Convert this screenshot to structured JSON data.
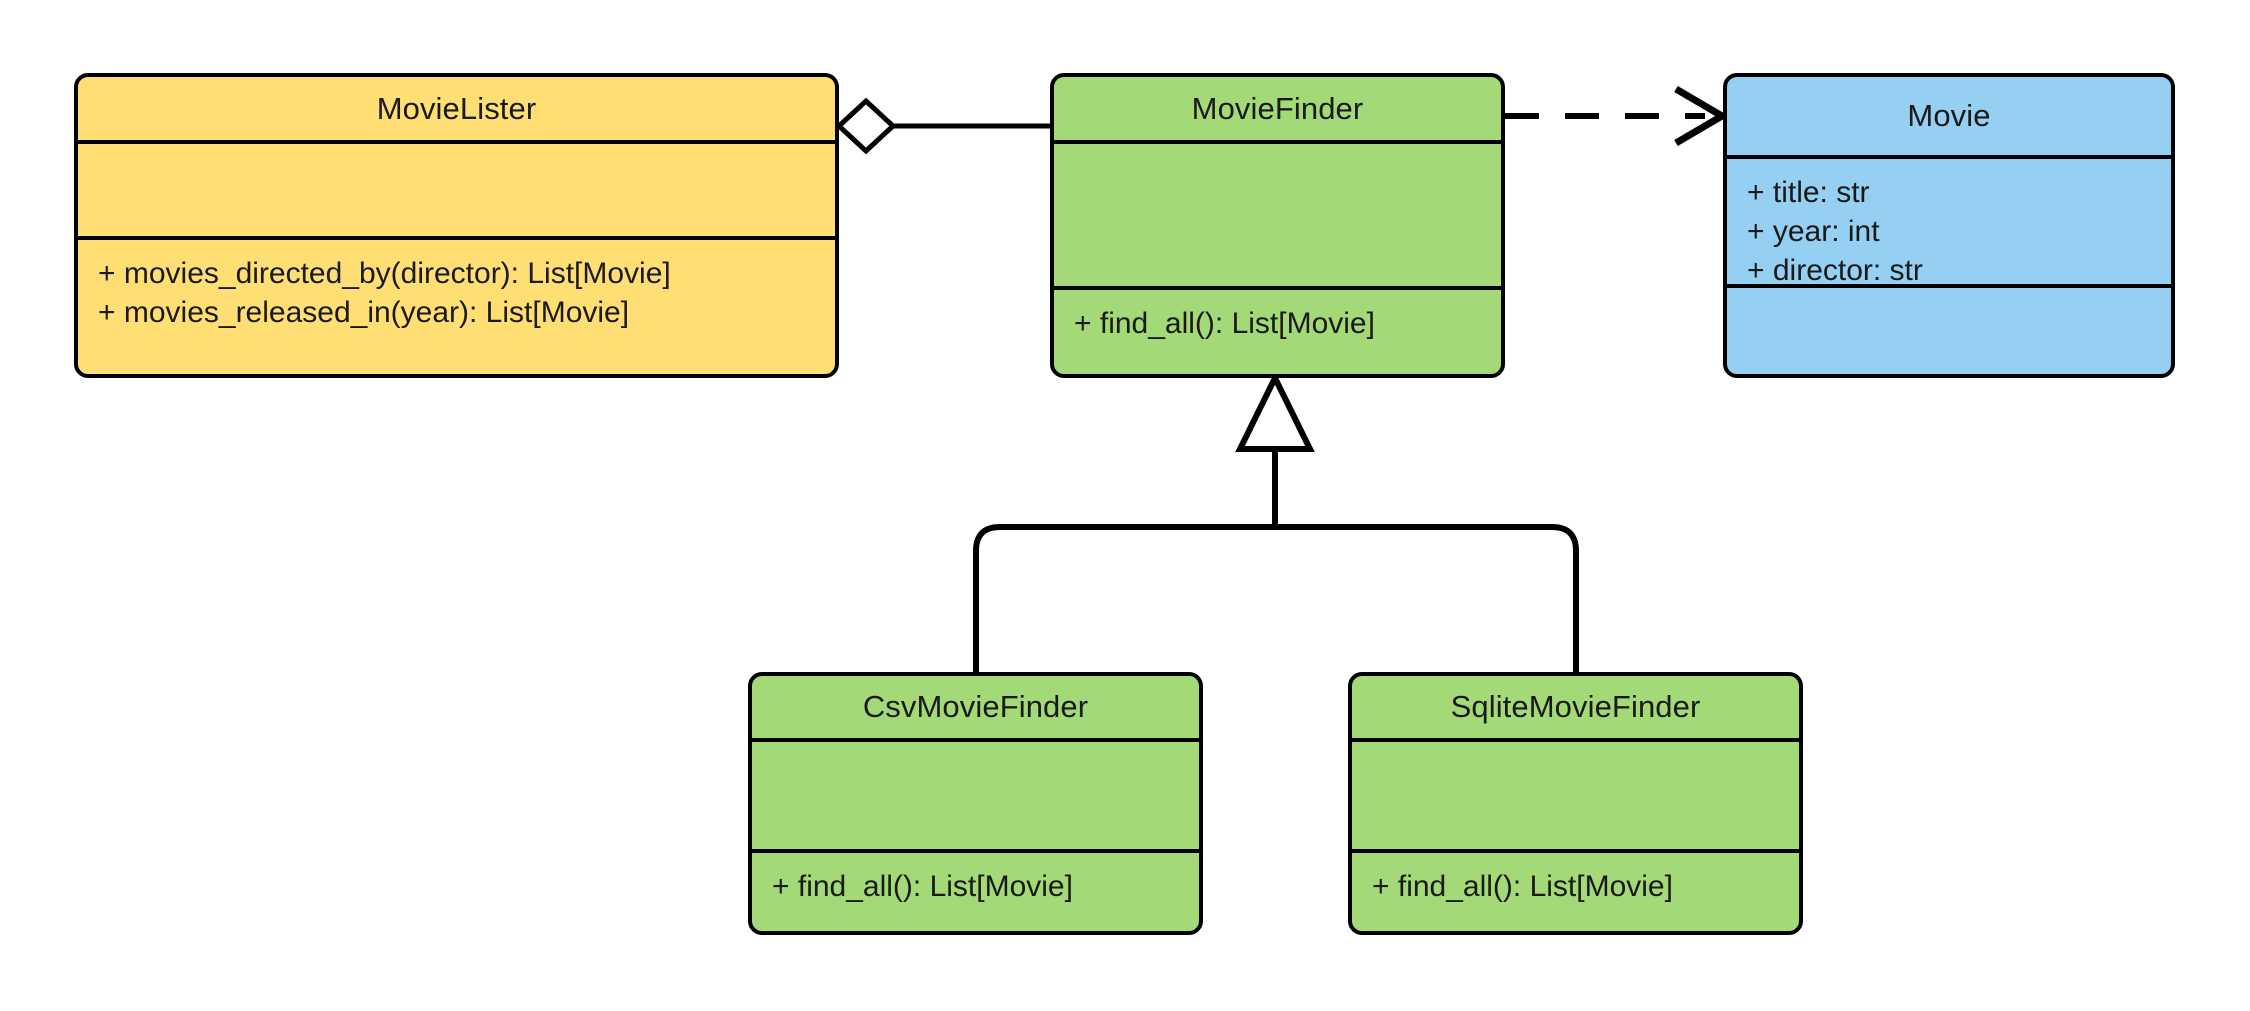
{
  "diagram": {
    "kind": "uml-class-diagram",
    "background": "#ffffff",
    "stroke": "#000000",
    "colors": {
      "yellow": "#FFDE73",
      "green": "#A3D977",
      "blue": "#95CFF2",
      "line": "#000000",
      "text": "#1a1a1a"
    }
  },
  "classes": {
    "movielister": {
      "name": "MovieLister",
      "attributes": [],
      "methods": [
        "+ movies_directed_by(director): List[Movie]",
        "+ movies_released_in(year): List[Movie]"
      ]
    },
    "moviefinder": {
      "name": "MovieFinder",
      "attributes": [],
      "methods": [
        "+ find_all(): List[Movie]"
      ]
    },
    "movie": {
      "name": "Movie",
      "attributes": [
        "+ title: str",
        "+ year: int",
        "+ director: str"
      ],
      "methods": []
    },
    "csvmoviefinder": {
      "name": "CsvMovieFinder",
      "attributes": [],
      "methods": [
        "+ find_all(): List[Movie]"
      ]
    },
    "sqlitemoviefinder": {
      "name": "SqliteMovieFinder",
      "attributes": [],
      "methods": [
        "+ find_all(): List[Movie]"
      ]
    }
  },
  "relationships": [
    {
      "id": "aggregation-movielister-moviefinder",
      "type": "aggregation",
      "from": "MovieLister",
      "to": "MovieFinder",
      "label": "",
      "decoration": "hollow-diamond"
    },
    {
      "id": "dependency-moviefinder-movie",
      "type": "dependency",
      "from": "MovieFinder",
      "to": "Movie",
      "label": "",
      "decoration": "dashed-open-arrow"
    },
    {
      "id": "generalization-csvmoviefinder-moviefinder",
      "type": "generalization",
      "from": "CsvMovieFinder",
      "to": "MovieFinder",
      "label": "",
      "decoration": "hollow-triangle"
    },
    {
      "id": "generalization-sqlitemoviefinder-moviefinder",
      "type": "generalization",
      "from": "SqliteMovieFinder",
      "to": "MovieFinder",
      "label": "",
      "decoration": "hollow-triangle"
    }
  ]
}
